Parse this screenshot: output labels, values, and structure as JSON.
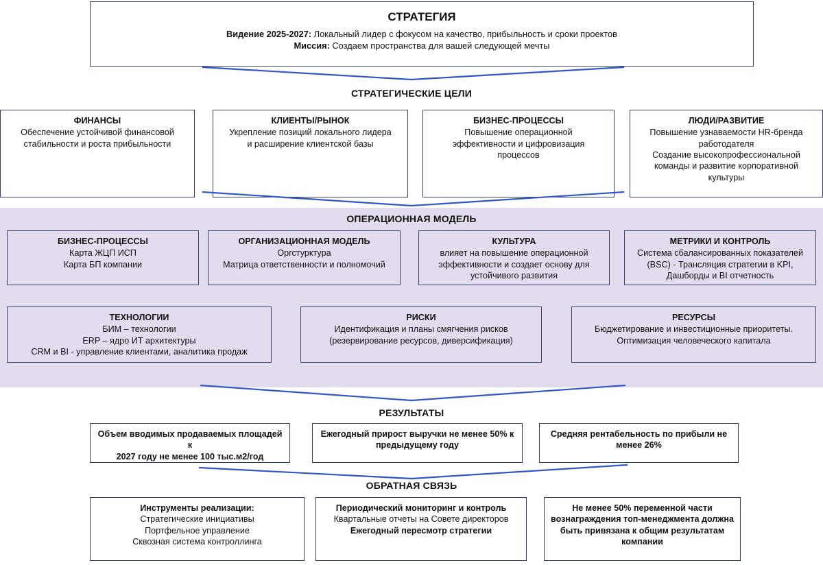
{
  "strategy": {
    "title": "СТРАТЕГИЯ",
    "vision_key": "Видение 2025-2027:",
    "vision_text": " Локальный лидер с фокусом на качество, прибыльность и сроки проектов",
    "mission_key": "Миссия:",
    "mission_text": " Создаем пространства для вашей следующей мечты"
  },
  "goals": {
    "label": "СТРАТЕГИЧЕСКИЕ ЦЕЛИ",
    "items": [
      {
        "title": "ФИНАНСЫ",
        "lines": [
          "Обеспечение устойчивой финансовой",
          "стабильности и роста прибыльности"
        ]
      },
      {
        "title": "КЛИЕНТЫ/РЫНОК",
        "lines": [
          "Укрепление позиций локального лидера",
          "и расширение клиентской базы"
        ]
      },
      {
        "title": "БИЗНЕС-ПРОЦЕССЫ",
        "lines": [
          "Повышение операционной",
          "эффективности и цифровизация",
          "процессов"
        ]
      },
      {
        "title": "ЛЮДИ/РАЗВИТИЕ",
        "lines": [
          "Повышение узнаваемости HR-бренда",
          "работодателя",
          "Создание высокопрофессиональной",
          "команды и развитие корпоративной",
          "культуры"
        ]
      }
    ]
  },
  "operating_model": {
    "label": "ОПЕРАЦИОННАЯ МОДЕЛЬ",
    "row1": [
      {
        "title": "БИЗНЕС-ПРОЦЕССЫ",
        "lines": [
          "Карта ЖЦП ИСП",
          "Карта БП компании"
        ]
      },
      {
        "title": "ОРГАНИЗАЦИОННАЯ МОДЕЛЬ",
        "lines": [
          "Оргстурктура",
          "Матрица ответственности и полномочий"
        ]
      },
      {
        "title": "КУЛЬТУРА",
        "lines": [
          "влияет на повышение операционной",
          "эффективности  и создает основу для",
          "устойчивого развития"
        ]
      },
      {
        "title": "МЕТРИКИ И КОНТРОЛЬ",
        "lines": [
          "Система сбалансированных показателей",
          "(BSC) - Трансляция стратегии в KPI,",
          "Дашборды и BI отчетность"
        ]
      }
    ],
    "row2": [
      {
        "title": "ТЕХНОЛОГИИ",
        "lines": [
          "БИМ – технологии",
          "ERP – ядро ИТ архитектуры",
          "CRM и BI - управление клиентами, аналитика продаж"
        ]
      },
      {
        "title": "РИСКИ",
        "lines": [
          "Идентификация и планы смягчения рисков",
          "(резервирование ресурсов, диверсификация)"
        ]
      },
      {
        "title": "РЕСУРСЫ",
        "lines": [
          "Бюджетирование и инвестиционные приоритеты.",
          "Оптимизация человеческого капитала"
        ]
      }
    ]
  },
  "results": {
    "label": "РЕЗУЛЬТАТЫ",
    "items": [
      {
        "lines": [
          "Объем вводимых продаваемых площадей к",
          "2027 году не менее 100 тыс.м2/год"
        ],
        "bold": [
          true,
          true
        ]
      },
      {
        "lines": [
          "Ежегодный прирост выручки не менее 50% к",
          "предыдущему году"
        ],
        "bold": [
          true,
          true
        ]
      },
      {
        "lines": [
          "Средняя рентабельность по прибыли не",
          "менее 26%"
        ],
        "bold": [
          true,
          true
        ]
      }
    ]
  },
  "feedback": {
    "label": "ОБРАТНАЯ СВЯЗЬ",
    "items": [
      {
        "lines": [
          "Инструменты реализации:",
          "Стратегические инициативы",
          "Портфельное управление",
          "Сквозная система контроллинга"
        ],
        "bold": [
          true,
          false,
          false,
          false
        ]
      },
      {
        "lines": [
          "Периодический мониторинг и контроль",
          "Квартальные отчеты на Совете директоров",
          "Ежегодный пересмотр стратегии"
        ],
        "bold": [
          true,
          false,
          true
        ]
      },
      {
        "lines": [
          "Не менее 50% переменной части",
          "вознаграждения топ-менеджмента должна",
          "быть привязана к общим результатам",
          "компании"
        ],
        "bold": [
          true,
          true,
          true,
          true
        ]
      }
    ]
  },
  "colors": {
    "box_border": "#2d3f6b",
    "band_background": "#e2dcee",
    "connector": "#3355cc",
    "text": "#111111"
  }
}
